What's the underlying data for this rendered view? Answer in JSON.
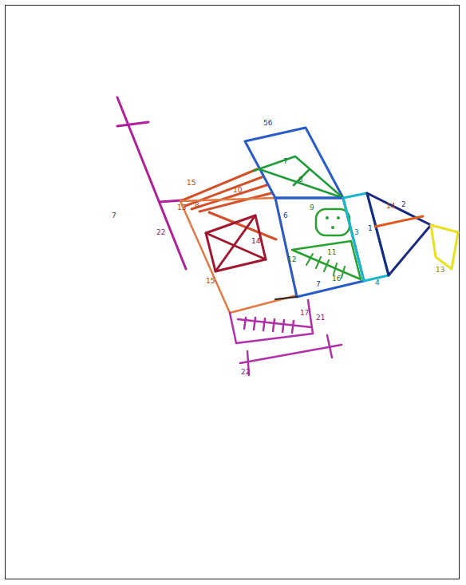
{
  "diagram": {
    "labels": [
      "56",
      "7",
      "8",
      "15",
      "10",
      "13",
      "8",
      "7",
      "22",
      "14",
      "6",
      "9",
      "3",
      "1",
      "2",
      "14",
      "12",
      "11",
      "16",
      "7",
      "4",
      "13",
      "15",
      "17",
      "21",
      "22"
    ]
  }
}
